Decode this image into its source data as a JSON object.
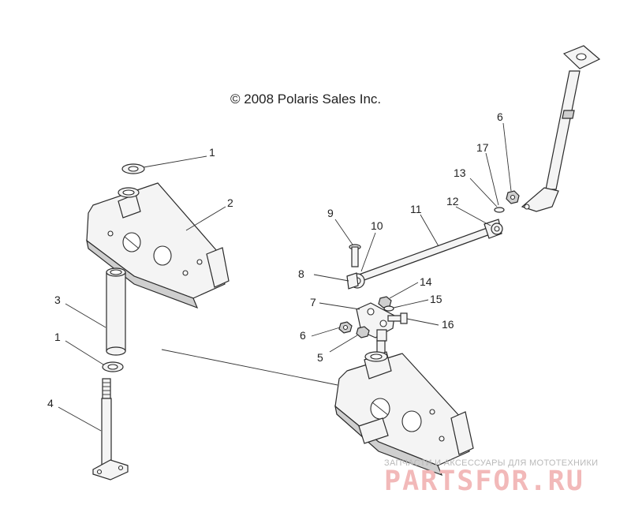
{
  "copyright": "© 2008 Polaris Sales Inc.",
  "callouts": [
    "1",
    "2",
    "3",
    "1",
    "4",
    "9",
    "10",
    "11",
    "12",
    "13",
    "17",
    "6",
    "8",
    "14",
    "7",
    "15",
    "6",
    "16",
    "5"
  ],
  "watermark": {
    "subtitle": "ЗАПЧАСТИ И АКСЕССУАРЫ ДЛЯ МОТОТЕХНИКИ",
    "brand": "PARTSFOR.RU"
  },
  "colors": {
    "line": "#2a2a2a",
    "watermark_brand": "#f2b9b9",
    "watermark_sub": "#b9b9b9"
  }
}
